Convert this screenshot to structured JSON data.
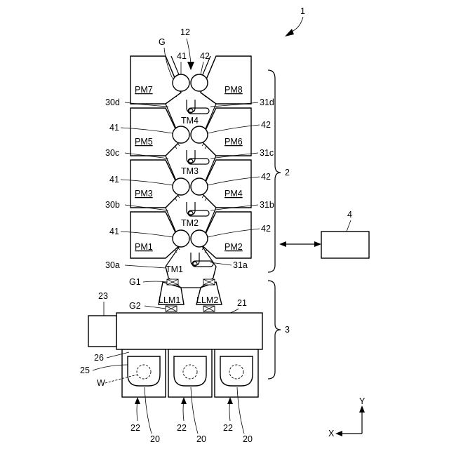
{
  "labels": {
    "system": "1",
    "system_section": "2",
    "loader_section": "3",
    "controller": "4",
    "transfer_chamber_top": "12",
    "gate": "G",
    "gate_g1": "G1",
    "gate_g2": "G2",
    "loader_module": "21",
    "carrier": "20",
    "load_port": "22",
    "aligner": "23",
    "door": "26",
    "carrier_body": "25",
    "wafer": "W",
    "gate_left": "41",
    "gate_right": "42",
    "axis_x": "X",
    "axis_y": "Y"
  },
  "process_modules": [
    "PM1",
    "PM2",
    "PM3",
    "PM4",
    "PM5",
    "PM6",
    "PM7",
    "PM8"
  ],
  "transfer_modules": [
    "TM1",
    "TM2",
    "TM3",
    "TM4"
  ],
  "load_locks": [
    "LLM1",
    "LLM2"
  ],
  "tm_left_refs": [
    "30a",
    "30b",
    "30c",
    "30d"
  ],
  "tm_right_refs": [
    "31a",
    "31b",
    "31c",
    "31d"
  ]
}
